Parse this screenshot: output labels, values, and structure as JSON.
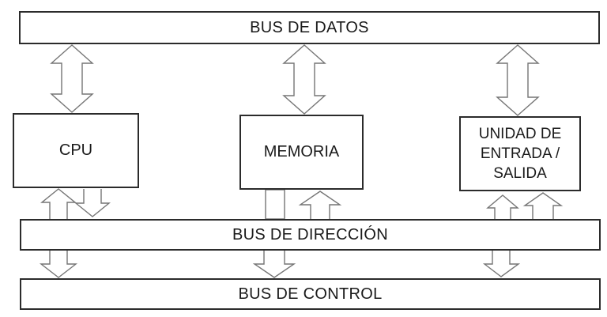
{
  "buses": {
    "datos": {
      "label": "BUS DE DATOS"
    },
    "direccion": {
      "label": "BUS DE DIRECCIÓN"
    },
    "control": {
      "label": "BUS DE CONTROL"
    }
  },
  "components": {
    "cpu": {
      "label": "CPU"
    },
    "memoria": {
      "label": "MEMORIA"
    },
    "io": {
      "lines": [
        "UNIDAD DE",
        "ENTRADA /",
        "SALIDA"
      ]
    }
  },
  "connections": [
    {
      "between": [
        "bus_datos",
        "cpu"
      ],
      "type": "double-headed-arrow"
    },
    {
      "between": [
        "bus_datos",
        "memoria"
      ],
      "type": "double-headed-arrow"
    },
    {
      "between": [
        "bus_datos",
        "io"
      ],
      "type": "double-headed-arrow"
    },
    {
      "between": [
        "bus_direccion",
        "cpu"
      ],
      "type": "up-arrow"
    },
    {
      "between": [
        "cpu",
        "bus_direccion"
      ],
      "type": "down-arrow"
    },
    {
      "between": [
        "memoria",
        "bus_direccion"
      ],
      "type": "plain-connector"
    },
    {
      "between": [
        "bus_direccion",
        "memoria"
      ],
      "type": "up-arrow"
    },
    {
      "between": [
        "bus_direccion",
        "io"
      ],
      "type": "up-arrow"
    },
    {
      "between": [
        "bus_direccion",
        "io"
      ],
      "type": "up-arrow"
    },
    {
      "between": [
        "bus_direccion",
        "bus_control"
      ],
      "type": "down-arrow",
      "position": "left"
    },
    {
      "between": [
        "bus_direccion",
        "bus_control"
      ],
      "type": "down-arrow",
      "position": "center"
    },
    {
      "between": [
        "bus_direccion",
        "bus_control"
      ],
      "type": "down-arrow",
      "position": "right"
    }
  ],
  "colors": {
    "border": "#2b2b2b",
    "arrow_stroke": "#757575",
    "background": "#ffffff",
    "text": "#1a1a1a"
  }
}
